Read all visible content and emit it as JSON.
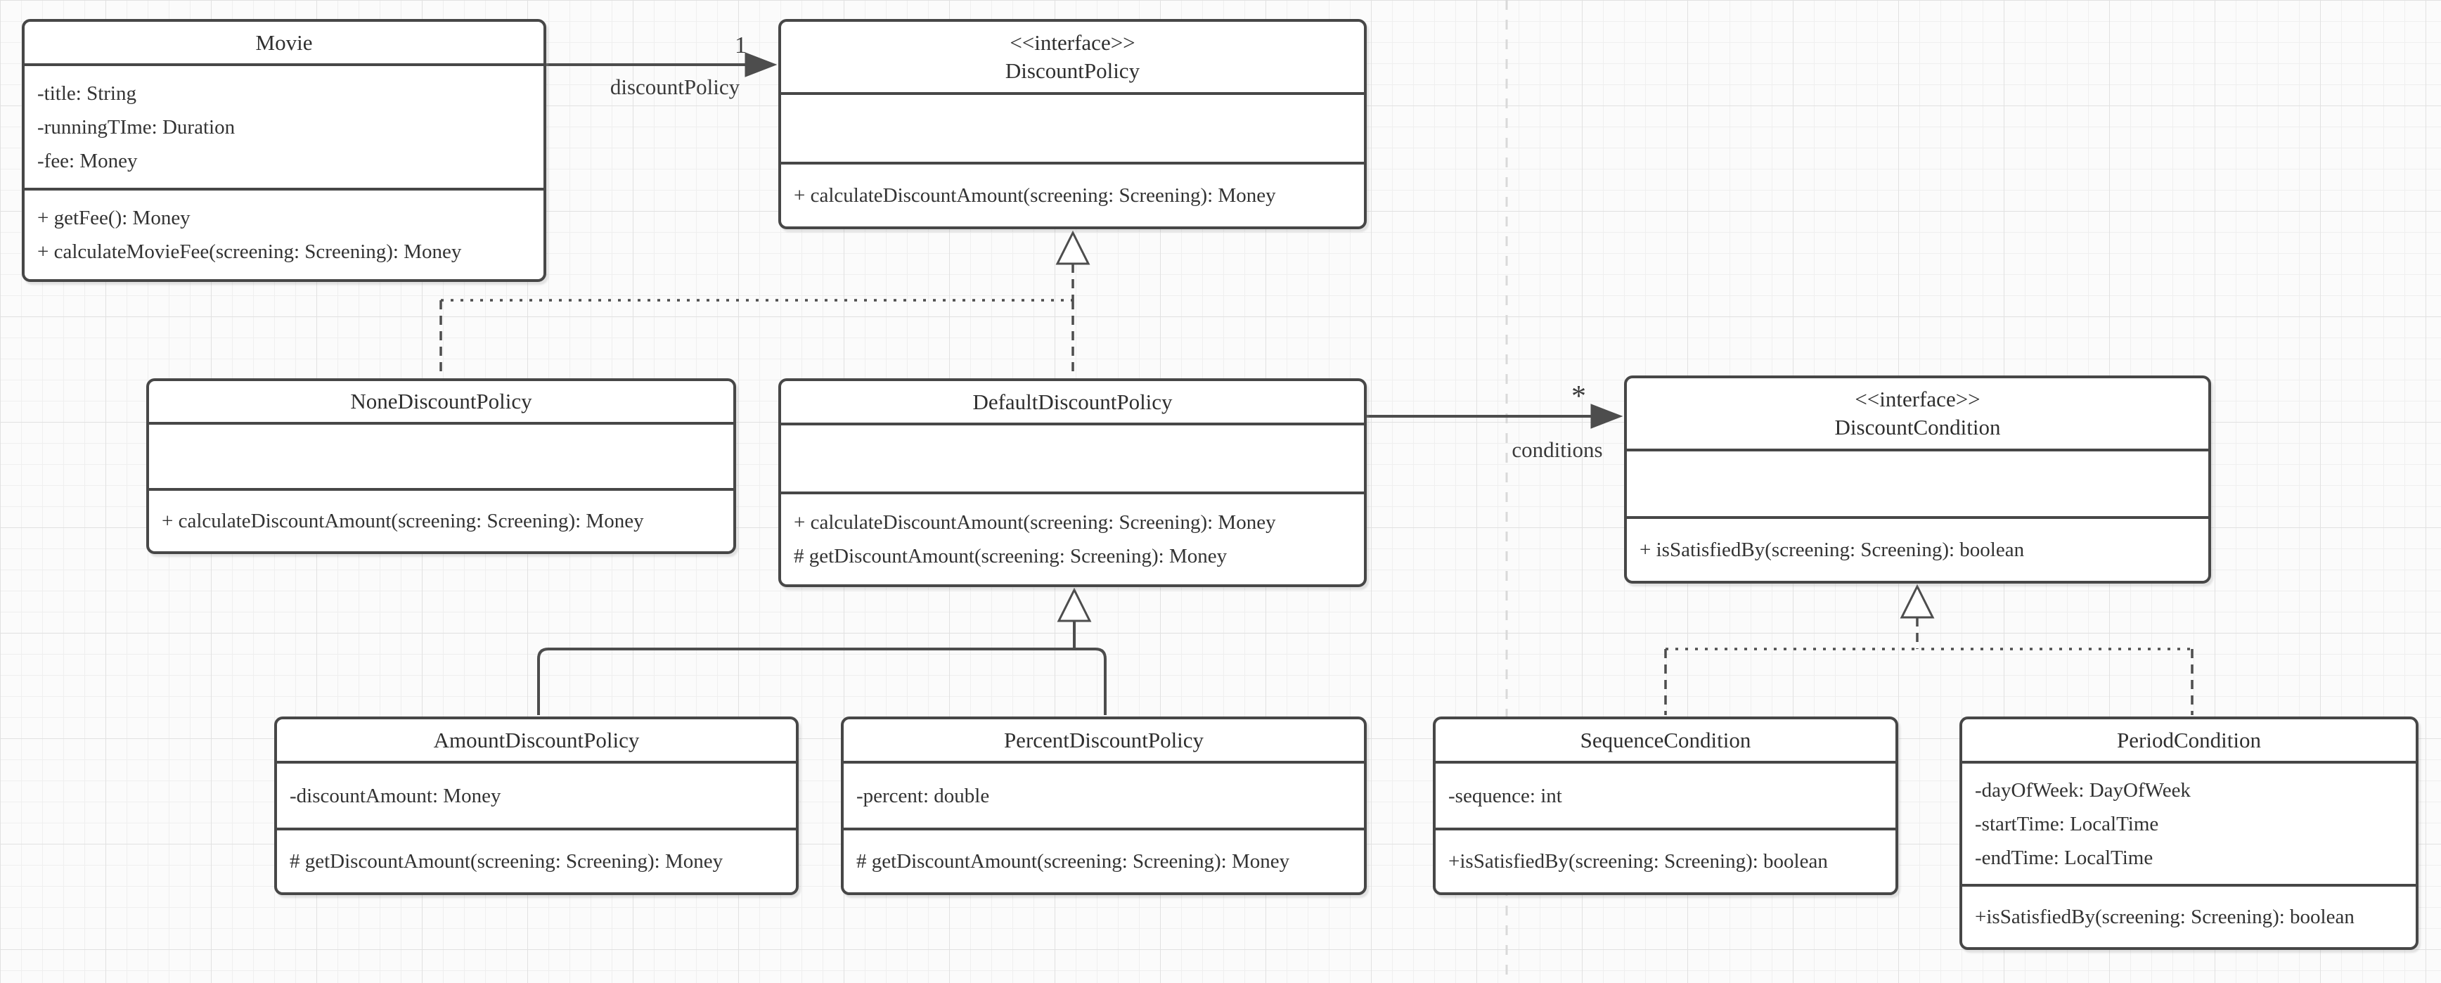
{
  "diagram_title": "Movie discount policy UML class diagram",
  "colors": {
    "stroke": "#474747",
    "edge_stroke": "#4d4d4d",
    "box_fill": "#ffffff",
    "canvas_bg": "#fbfbfb",
    "grid_minor": "#efefef",
    "grid_major": "#e1e1e1",
    "page_divider": "#d9d9d9"
  },
  "classes": [
    {
      "name": "Movie",
      "attributes": [
        "-title: String",
        "-runningTIme: Duration",
        "-fee: Money"
      ],
      "methods": [
        "+ getFee(): Money",
        "+ calculateMovieFee(screening: Screening): Money"
      ]
    },
    {
      "stereotype": "<<interface>>",
      "name": "DiscountPolicy",
      "attributes": [],
      "methods": [
        "+ calculateDiscountAmount(screening: Screening): Money"
      ]
    },
    {
      "name": "NoneDiscountPolicy",
      "attributes": [],
      "methods": [
        "+ calculateDiscountAmount(screening: Screening): Money"
      ]
    },
    {
      "name": "DefaultDiscountPolicy",
      "attributes": [],
      "methods": [
        "+ calculateDiscountAmount(screening: Screening): Money",
        "# getDiscountAmount(screening: Screening): Money"
      ]
    },
    {
      "stereotype": "<<interface>>",
      "name": "DiscountCondition",
      "attributes": [],
      "methods": [
        "+ isSatisfiedBy(screening: Screening): boolean"
      ]
    },
    {
      "name": "AmountDiscountPolicy",
      "attributes": [
        "-discountAmount: Money"
      ],
      "methods": [
        "# getDiscountAmount(screening: Screening): Money"
      ]
    },
    {
      "name": "PercentDiscountPolicy",
      "attributes": [
        "-percent: double"
      ],
      "methods": [
        "# getDiscountAmount(screening: Screening): Money"
      ]
    },
    {
      "name": "SequenceCondition",
      "attributes": [
        "-sequence: int"
      ],
      "methods": [
        "+isSatisfiedBy(screening: Screening): boolean"
      ]
    },
    {
      "name": "PeriodCondition",
      "attributes": [
        "-dayOfWeek: DayOfWeek",
        "-startTime: LocalTime",
        "-endTime: LocalTime"
      ],
      "methods": [
        "+isSatisfiedBy(screening: Screening): boolean"
      ]
    }
  ],
  "edges": {
    "movie_discount_policy": {
      "multiplicity": "1",
      "label": "discountPolicy"
    },
    "default_conditions": {
      "multiplicity": "*",
      "label": "conditions"
    }
  }
}
